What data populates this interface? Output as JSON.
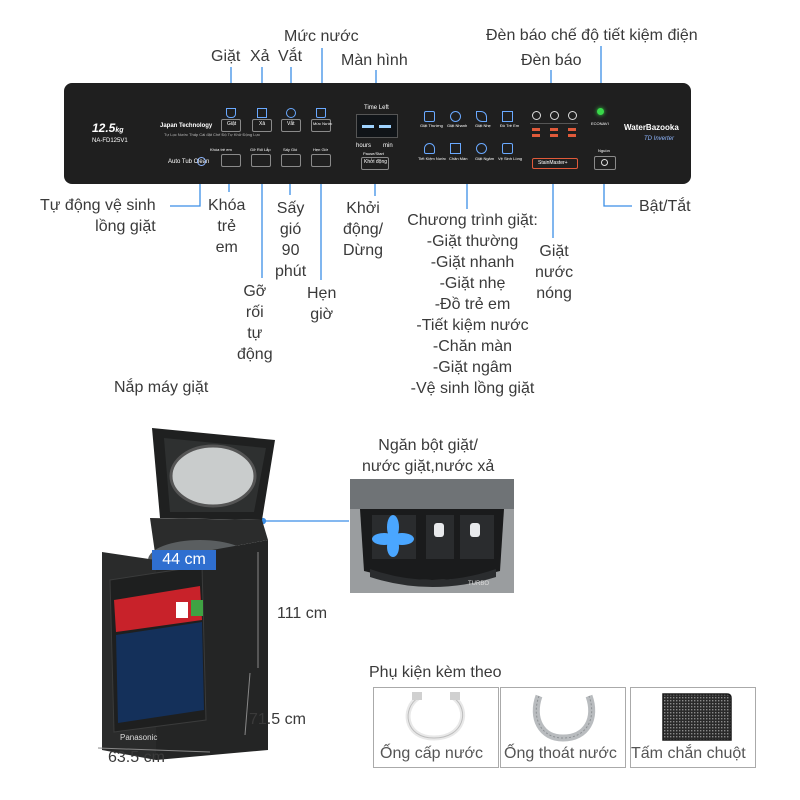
{
  "panel_labels": {
    "giat": "Giặt",
    "xa": "Xả",
    "vat": "Vắt",
    "muc_nuoc": "Mức nước",
    "man_hinh": "Màn hình",
    "den_bao_tiet_kiem": "Đèn báo chế độ tiết kiệm điện",
    "den_bao": "Đèn báo",
    "tu_dong_ve_sinh": "Tự động vệ sinh\nlồng giặt",
    "khoa_tre_em": "Khóa\ntrẻ\nem",
    "say_gio": "Sấy\ngió\n90\nphút",
    "khoi_dong": "Khởi\nđộng/\nDừng",
    "bat_tat": "Bật/Tắt",
    "giat_nuoc_nong": "Giặt\nnước\nnóng",
    "go_roi": "Gỡ\nrối\ntự\nđộng",
    "hen_gio": "Hẹn\ngiờ"
  },
  "programs": {
    "title": "Chương trình giặt:",
    "items": [
      "-Giặt thường",
      "-Giặt nhanh",
      "-Giặt nhẹ",
      "-Đồ trẻ em",
      "-Tiết kiệm nước",
      "-Chăn màn",
      "-Giặt ngâm",
      "-Vệ sinh lồng giặt"
    ]
  },
  "panel_print": {
    "capacity": "12.5",
    "unit": "kg",
    "model": "NA-FD125V1",
    "japan": "Japan Technology",
    "japan_sub": "Tự Lọc Nước Thấp\nCài đặt Chế Độ Tự Khử Động Lực",
    "auto_tub": "Auto Tub Clean",
    "time_left": "Time Left",
    "hours": "hours",
    "min": "min",
    "pause": "Pause/Start",
    "start_btn": "Khởi động",
    "btn_wash": "Giặt",
    "btn_rinse": "Xả",
    "btn_spin": "Vắt",
    "btn_water": "Mức Nước",
    "btn_child": "Khóa trẻ em",
    "btn_tangle": "Gỡ Rối Lắp",
    "btn_dry": "Sấy Gió",
    "btn_timer": "Hẹn Giờ",
    "prog1": "Giặt Thường",
    "prog2": "Giặt Nhanh",
    "prog3": "Giặt Nhẹ",
    "prog4": "Đồ Trẻ Em",
    "prog5": "Tiết Kiệm Nước",
    "prog6": "Chăn Màn",
    "prog7": "Giặt Ngâm",
    "prog8": "Vệ Sinh Lồng",
    "stain": "StainMaster+",
    "econavi": "ECONAVI",
    "power": "Nguồn",
    "brand": "WaterBazooka",
    "brand_sub": "TD Inverter"
  },
  "machine_labels": {
    "nap_may": "Nắp máy giặt",
    "ngan_bot": "Ngăn bột giặt/\nnước giặt,nước xả",
    "width_top": "44 cm",
    "height": "111 cm",
    "depth": "71.5 cm",
    "width": "63.5 cm",
    "machine_brand": "Panasonic",
    "turbo": "TURBO"
  },
  "accessories": {
    "title": "Phụ kiện kèm theo",
    "items": [
      "Ống cấp nước",
      "Ống thoát nước",
      "Tấm chắn chuột"
    ]
  },
  "colors": {
    "accent": "#3b8ee6",
    "panel": "#1f1f1f",
    "machine": "#2a2b2b",
    "led_green": "#39d84a",
    "dimension": "#2f6fd0"
  }
}
